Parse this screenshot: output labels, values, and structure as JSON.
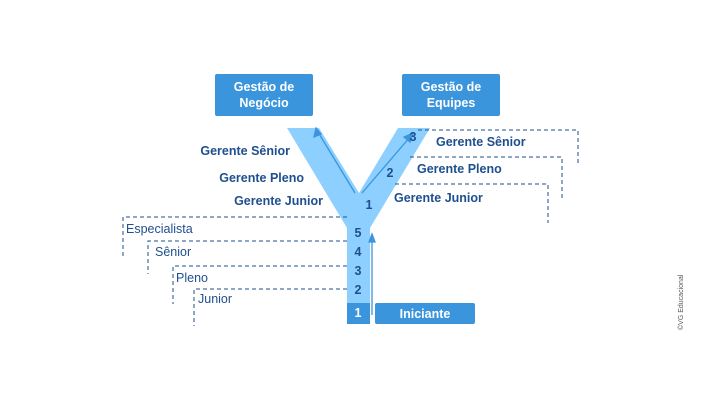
{
  "boxes": {
    "gestao_negocio": "Gestão de\nNegócio",
    "gestao_equipes": "Gestão de\nEquipes",
    "iniciante": "Iniciante"
  },
  "left_branch": [
    "Gerente Sênior",
    "Gerente Pleno",
    "Gerente Junior"
  ],
  "right_branch": [
    "Gerente Sênior",
    "Gerente Pleno",
    "Gerente Junior"
  ],
  "right_numbers": [
    "3",
    "2",
    "1"
  ],
  "stem_numbers": [
    "5",
    "4",
    "3",
    "2",
    "1"
  ],
  "technical_levels": [
    "Especialista",
    "Sênior",
    "Pleno",
    "Junior"
  ],
  "copyright": "©VG Educacional",
  "colors": {
    "light_blue": "#8dd0ff",
    "box_blue": "#3a95dc",
    "dark_blue": "#1f4f8f",
    "dash": "#1f4f8f"
  }
}
